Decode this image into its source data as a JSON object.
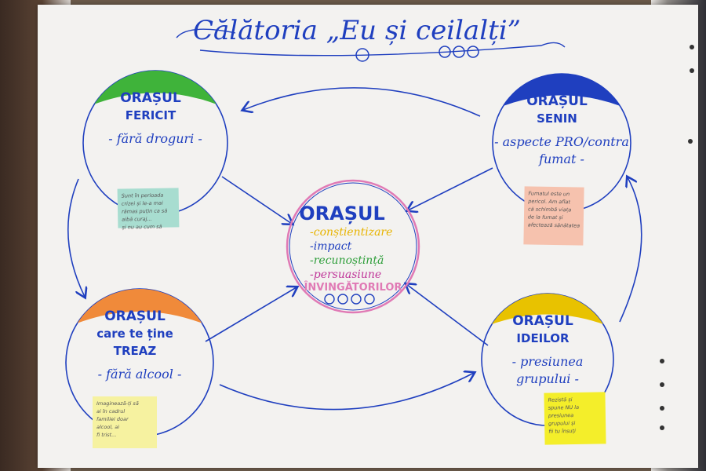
{
  "title": "Călătoria „Eu și ceilalți”",
  "center": {
    "name": "ORAȘUL",
    "items": [
      {
        "text": "-conștientizare",
        "color": "#e8b400"
      },
      {
        "text": "-impact",
        "color": "#1f3fbf"
      },
      {
        "text": "-recunoștință",
        "color": "#2e9e3a"
      },
      {
        "text": "-persuasiune",
        "color": "#c0389a"
      }
    ],
    "subtitle": "ÎNVINGĂTORILOR"
  },
  "cities": [
    {
      "id": "fericit",
      "line1": "ORAȘUL",
      "line2": "FERICIT",
      "line3": "",
      "subtitle": "- fără droguri -",
      "subtitle2": "",
      "cap_color": "#3fb33a",
      "note": {
        "color": "#a8ddd0",
        "lines": [
          "Sunt în perioada",
          "crizei și le-a mai",
          "rămas puțin ca să",
          "aibă curaj...",
          "și nu au cum să"
        ]
      }
    },
    {
      "id": "senin",
      "line1": "ORAȘUL",
      "line2": "SENIN",
      "line3": "",
      "subtitle": "- aspecte PRO/contra",
      "subtitle2": "fumat -",
      "cap_color": "#1f3fbf",
      "note": {
        "color": "#f6c2ae",
        "lines": [
          "Fumatul este un",
          "pericol. Am aflat",
          "că schimbă viața",
          "de la fumat și",
          "afectează sănătatea"
        ]
      }
    },
    {
      "id": "treaz",
      "line1": "ORAȘUL",
      "line2": "care te ține",
      "line3": "TREAZ",
      "subtitle": "- fără alcool -",
      "subtitle2": "",
      "cap_color": "#f08a3a",
      "note": {
        "color": "#f6f2a0",
        "lines": [
          "Imaginează-ți să",
          "ai în cadrul",
          "familiei doar",
          "alcool, ai",
          "fi trist..."
        ]
      }
    },
    {
      "id": "ideilor",
      "line1": "ORAȘUL",
      "line2": "IDEILOR",
      "line3": "",
      "subtitle": "- presiunea",
      "subtitle2": "grupului -",
      "cap_color": "#e8c200",
      "note": {
        "color": "#f4ee2a",
        "lines": [
          "Rezistă și",
          "spune NU la",
          "presiunea",
          "grupului și",
          "fii tu însuți"
        ]
      }
    }
  ],
  "colors": {
    "ink": "#1f3fbf",
    "circle_center": "#e07ab5",
    "paper": "#f3f2f0"
  }
}
